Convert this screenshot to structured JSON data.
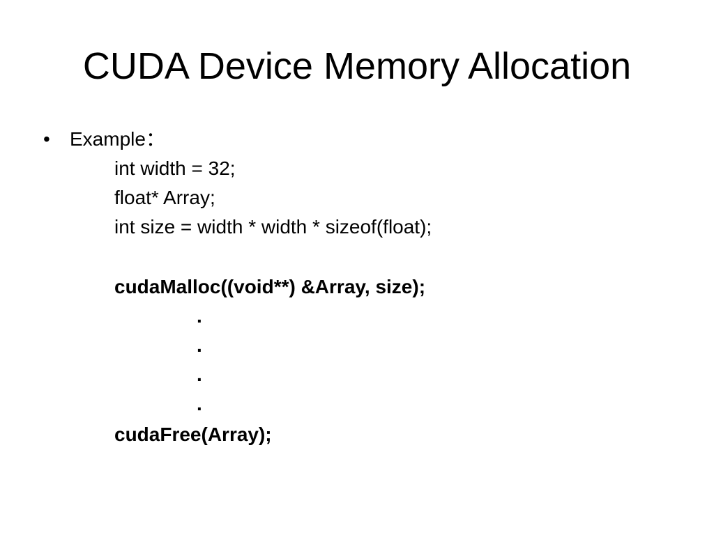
{
  "slide": {
    "title": "CUDA Device Memory Allocation",
    "bullet_symbol": "•",
    "bullet_label": "Example：",
    "code_lines": [
      "int width = 32;",
      "float* Array;",
      "int size = width * width * sizeof(float);"
    ],
    "malloc_line": "cudaMalloc((void**) &Array, size);",
    "ellipsis_dots": [
      ".",
      ".",
      ".",
      "."
    ],
    "free_line": "cudaFree(Array);"
  }
}
